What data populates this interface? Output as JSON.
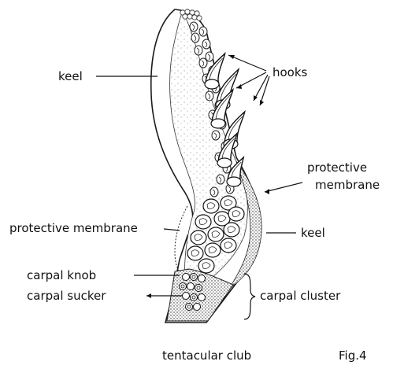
{
  "figure": {
    "caption": "tentacular club",
    "fig_number": "Fig.4"
  },
  "labels": {
    "keel_top": "keel",
    "hooks": "hooks",
    "protective_membrane_right": "protective membrane",
    "protective_membrane_left": "protective membrane",
    "keel_bottom": "keel",
    "carpal_knob": "carpal knob",
    "carpal_sucker": "carpal sucker",
    "carpal_cluster": "carpal cluster"
  }
}
